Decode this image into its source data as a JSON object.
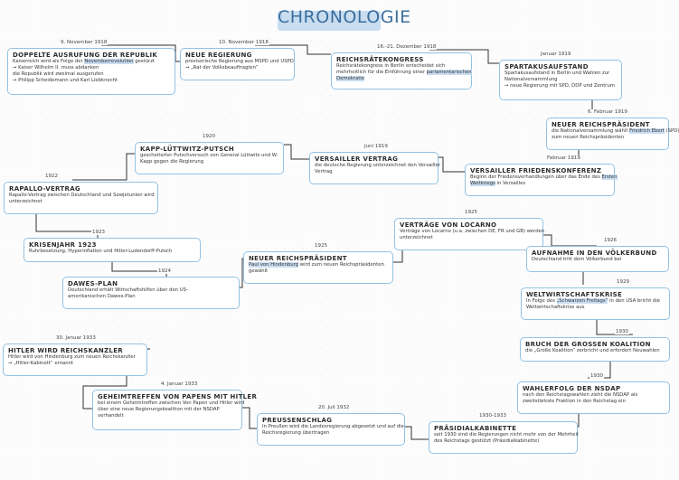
{
  "title": "CHRONOLOGIE",
  "events": [
    {
      "id": "e1",
      "date": "9. November 1918",
      "title": "DOPPELTE AUSRUFUNG DER REPUBLIK",
      "lines": [
        "Kaiserreich wird als Folge der Novemberrevolution gestürzt",
        "→ Kaiser Wilhelm II. muss abdanken",
        "die Republik wird zweimal ausgerufen",
        "→ Philipp Scheidemann und Karl Liebknecht"
      ],
      "highlight": [
        "Novemberrevolution"
      ]
    },
    {
      "id": "e2",
      "date": "10. November 1918",
      "title": "NEUE REGIERUNG",
      "lines": [
        "provisorische Regierung aus MSPD und USPD",
        "→ „Rat der Volksbeauftragten“"
      ],
      "highlight": []
    },
    {
      "id": "e3",
      "date": "16.-21. Dezember 1918",
      "title": "REICHSRÄTEKONGRESS",
      "lines": [
        "Reichsrätekongress in Berlin entscheidet sich",
        "mehrheitlich für die Einführung einer parlamentarischen",
        "Demokratie"
      ],
      "highlight": [
        "parlamentarischen",
        "Demokratie"
      ]
    },
    {
      "id": "e4",
      "date": "Januar 1919",
      "title": "SPARTAKUSAUFSTAND",
      "lines": [
        "Spartakusaufstand in Berlin und Wahlen zur",
        "Nationalversammlung",
        "→ neue Regierung mit SPD, DDP und Zentrum"
      ],
      "highlight": []
    },
    {
      "id": "e5",
      "date": "6. Februar 1919",
      "title": "NEUER REICHSPRÄSIDENT",
      "lines": [
        "die Nationalversammlung wählt Friedrich Ebert (SPD)",
        "zum neuen Reichspräsidenten"
      ],
      "highlight": [
        "Friedrich Ebert"
      ]
    },
    {
      "id": "e6",
      "date": "Februar 1919",
      "title": "VERSAILLER FRIEDENSKONFERENZ",
      "lines": [
        "Beginn der Friedensverhandlungen über das Ende des Ersten",
        "Weltkriegs in Versailles"
      ],
      "highlight": [
        "Ersten",
        "Weltkriegs"
      ]
    },
    {
      "id": "e7",
      "date": "Juni 1919",
      "title": "VERSAILLER VERTRAG",
      "lines": [
        "die deutsche Regierung unterzeichnet den Versailler",
        "Vertrag"
      ],
      "highlight": []
    },
    {
      "id": "e8",
      "date": "1920",
      "title": "KAPP-LÜTTWITZ-PUTSCH",
      "lines": [
        "gescheiterter Putschversuch von General Lüttwitz und W.",
        "Kapp gegen die Regierung"
      ],
      "highlight": []
    },
    {
      "id": "e9",
      "date": "1922",
      "title": "RAPALLO-VERTRAG",
      "lines": [
        "Rapallo-Vertrag zwischen Deutschland und Sowjetunion wird",
        "unterzeichnet"
      ],
      "highlight": []
    },
    {
      "id": "e10",
      "date": "1923",
      "title": "KRISENJAHR 1923",
      "lines": [
        "Ruhrbesetzung, Hyperinflation und Hitler-Ludendorff-Putsch"
      ],
      "highlight": []
    },
    {
      "id": "e11",
      "date": "1924",
      "title": "DAWES-PLAN",
      "lines": [
        "Deutschland erhält Wirtschaftshilfen über den US-",
        "amerikanischen Dawes-Plan"
      ],
      "highlight": []
    },
    {
      "id": "e12",
      "date": "1925",
      "title": "NEUER REICHSPRÄSIDENT",
      "lines": [
        "Paul von Hindenburg wird zum neuen Reichspräsidenten",
        "gewählt"
      ],
      "highlight": [
        "Paul von Hindenburg"
      ]
    },
    {
      "id": "e13",
      "date": "1925",
      "title": "VERTRÄGE VON LOCARNO",
      "lines": [
        "Verträge von Locarno (u.a. zwischen DE, FR und GB) werden",
        "unterzeichnet"
      ],
      "highlight": []
    },
    {
      "id": "e14",
      "date": "1926",
      "title": "AUFNAHME IN DEN VÖLKERBUND",
      "lines": [
        "Deutschland tritt dem Völkerbund bei"
      ],
      "highlight": []
    },
    {
      "id": "e15",
      "date": "1929",
      "title": "WELTWIRTSCHAFTSKRISE",
      "lines": [
        "In Folge des „Schwarzen Freitags“ in den USA bricht die",
        "Weltwirtschaftskrise aus"
      ],
      "highlight": [
        "„Schwarzen Freitags“"
      ]
    },
    {
      "id": "e16",
      "date": "1930",
      "title": "BRUCH DER GROSSEN KOALITION",
      "lines": [
        "die „Große Koalition“ zerbricht und erfordert Neuwahlen"
      ],
      "highlight": []
    },
    {
      "id": "e17",
      "date": "1930",
      "title": "WAHLERFOLG DER NSDAP",
      "lines": [
        "nach den Reichstagswahlen zieht die NSDAP als",
        "zweitstärkste Fraktion in den Reichstag ein"
      ],
      "highlight": []
    },
    {
      "id": "e18",
      "date": "1930-1933",
      "title": "PRÄSIDIALKABINETTE",
      "lines": [
        "seit 1930 sind die Regierungen nicht mehr von der Mehrheit",
        "des Reichstags gestützt (Präsidialkabinette)"
      ],
      "highlight": []
    },
    {
      "id": "e19",
      "date": "20. Juli 1932",
      "title": "PREUSSENSCHLAG",
      "lines": [
        "In Preußen wird die Landesregierung abgesetzt und auf die",
        "Reichsregierung übertragen"
      ],
      "highlight": []
    },
    {
      "id": "e20",
      "date": "4. Januar 1933",
      "title": "GEHEIMTREFFEN VON PAPENS MIT HITLER",
      "lines": [
        "bei einem Geheimtreffen zwischen Von Papen und Hitler wird",
        "über eine neue Regierungskoalition mit der NSDAP",
        "verhandelt"
      ],
      "highlight": []
    },
    {
      "id": "e21",
      "date": "30. Januar 1933",
      "title": "HITLER WIRD REICHSKANZLER",
      "lines": [
        "Hitler wird von Hindenburg zum neuen Reichskanzler",
        "→ „Hitler-Kabinett“ ernannt"
      ],
      "highlight": []
    }
  ],
  "colors": {
    "border": "#93c2e2",
    "highlight": "#c9ddf1",
    "title": "#3b6f9e",
    "line": "#2f2f2f"
  }
}
